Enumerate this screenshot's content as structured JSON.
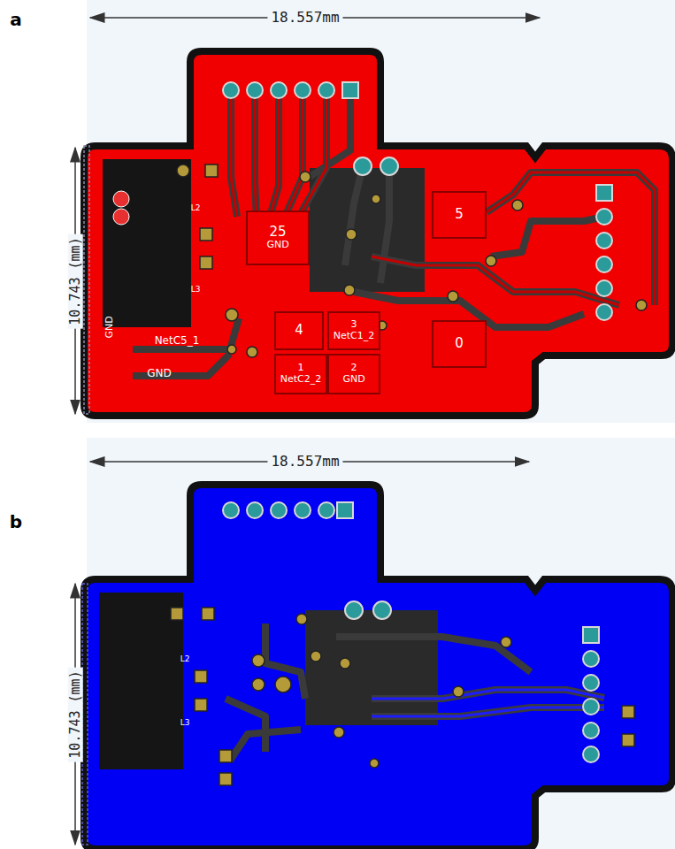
{
  "diagram": {
    "nodes": [
      {
        "text": [
          "25",
          "GND"
        ]
      },
      {
        "text": [
          "5"
        ]
      },
      {
        "text": [
          "4"
        ]
      },
      {
        "text": [
          "0"
        ]
      },
      {
        "text": [
          "3",
          "NetC1_2"
        ]
      },
      {
        "text": [
          "1",
          "NetC2_2"
        ]
      },
      {
        "text": [
          "2",
          "GND"
        ]
      }
    ],
    "labels": [
      "a",
      "18.557mm",
      "10.743 (mm)",
      "GND",
      "NetC5_1",
      "GND",
      "L2",
      "L3",
      "b",
      "18.557mm",
      "10.743 (mm)",
      "L2",
      "L3"
    ]
  }
}
